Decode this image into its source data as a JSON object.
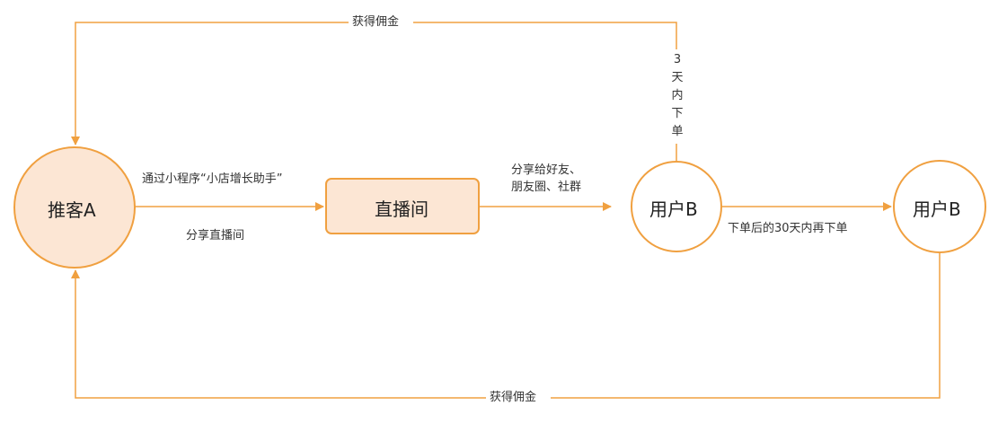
{
  "colors": {
    "line": "#F0A040",
    "fill": "#FCE6D4",
    "text": "#333333"
  },
  "nodes": {
    "referrer": "推客A",
    "live_room": "直播间",
    "user_b1": "用户B",
    "user_b2": "用户B"
  },
  "labels": {
    "top_commission": "获得佣金",
    "bottom_commission": "获得佣金",
    "via_mini_program": "通过小程序“小店增长助手”",
    "share_live": "分享直播间",
    "share_friends_line1": "分享给好友、",
    "share_friends_line2": "朋友圈、社群",
    "repeat_order": "下单后的30天内再下单",
    "order_within_days": [
      "3",
      "天",
      "内",
      "下",
      "单"
    ]
  }
}
